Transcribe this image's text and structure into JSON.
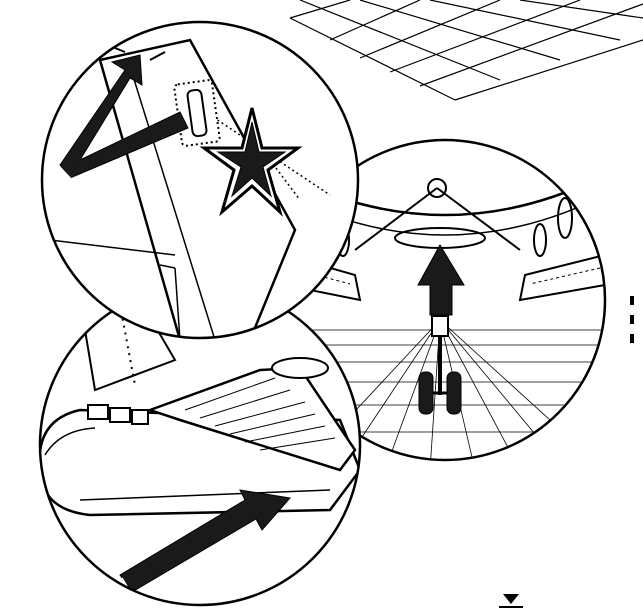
{
  "figure": {
    "kind": "technical-illustration",
    "panels": [
      "tail-fin-closeup",
      "nose-gear-view",
      "fuselage-wing-view"
    ],
    "colors": {
      "ink": "#000000",
      "paper": "#ffffff",
      "shade": "#1a1a1a"
    }
  },
  "decorations": {
    "edge_marks": 3,
    "page_marker": "down-triangle"
  }
}
